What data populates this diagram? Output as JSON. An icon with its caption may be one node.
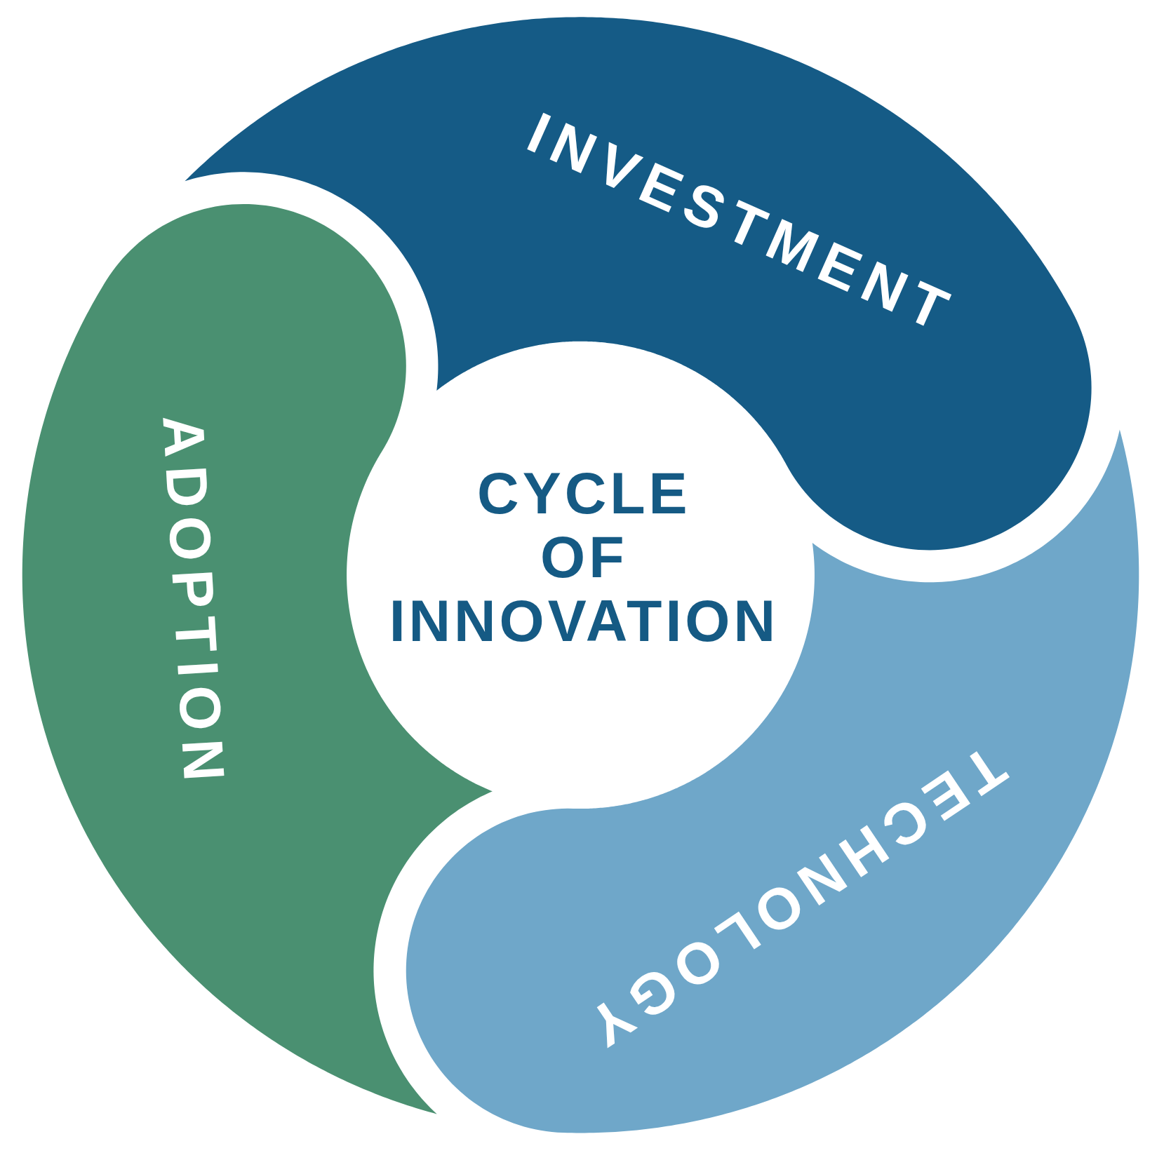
{
  "diagram": {
    "title": "CYCLE OF INNOVATION",
    "nodes": [
      {
        "text": [
          "INVESTMENT"
        ]
      },
      {
        "text": [
          "TECHNOLOGY"
        ]
      },
      {
        "text": [
          "ADOPTION"
        ]
      }
    ]
  }
}
